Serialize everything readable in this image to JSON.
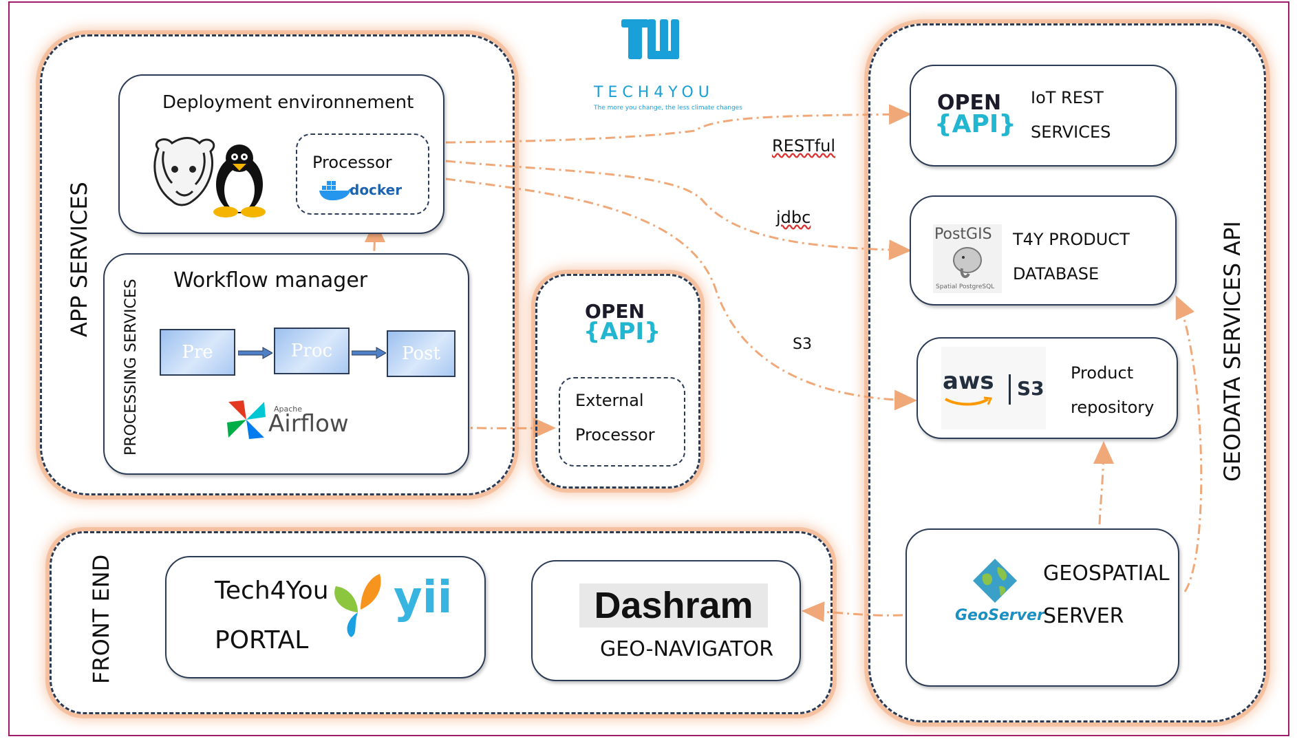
{
  "logo": {
    "brand": "TECH4YOU",
    "tagline": "The more you change, the less climate changes"
  },
  "groups": {
    "app_services": "APP SERVICES",
    "processing_services": "PROCESSING SERVICES",
    "front_end": "FRONT END",
    "geodata_services_api": "GEODATA SERVICES API"
  },
  "deployment": {
    "title": "Deployment environnement",
    "processor_label": "Processor",
    "docker_label": "docker"
  },
  "workflow": {
    "title": "Workflow manager",
    "steps": [
      "Pre",
      "Proc",
      "Post"
    ],
    "airflow_small": "Apache",
    "airflow_label": "Airflow"
  },
  "external": {
    "openapi_open": "OPEN",
    "openapi_api": "{API}",
    "line1": "External",
    "line2": "Processor"
  },
  "geodata": {
    "iot": {
      "openapi_open": "OPEN",
      "openapi_api": "{API}",
      "line1": "IoT REST",
      "line2": "SERVICES"
    },
    "db": {
      "logo": "PostGIS",
      "logo_sub": "Spatial PostgreSQL",
      "line1": "T4Y PRODUCT",
      "line2": "DATABASE"
    },
    "repo": {
      "aws": "aws",
      "s3": "S3",
      "line1": "Product",
      "line2": "repository"
    },
    "geoserver": {
      "logo": "GeoServer",
      "line1": "GEOSPATIAL",
      "line2": "SERVER"
    }
  },
  "frontend": {
    "portal": {
      "line1": "Tech4You",
      "line2": "PORTAL",
      "yii": "yii"
    },
    "navigator": {
      "logo": "Dashram",
      "label": "GEO-NAVIGATOR"
    }
  },
  "connectors": {
    "restful": "RESTful",
    "jdbc": "jdbc",
    "s3": "S3"
  },
  "colors": {
    "accent_orange": "#f0a878",
    "border_navy": "#2b3a55",
    "frame_magenta": "#a0196b",
    "openapi_cyan": "#22b6d0",
    "logo_blue": "#1aa0d8"
  }
}
